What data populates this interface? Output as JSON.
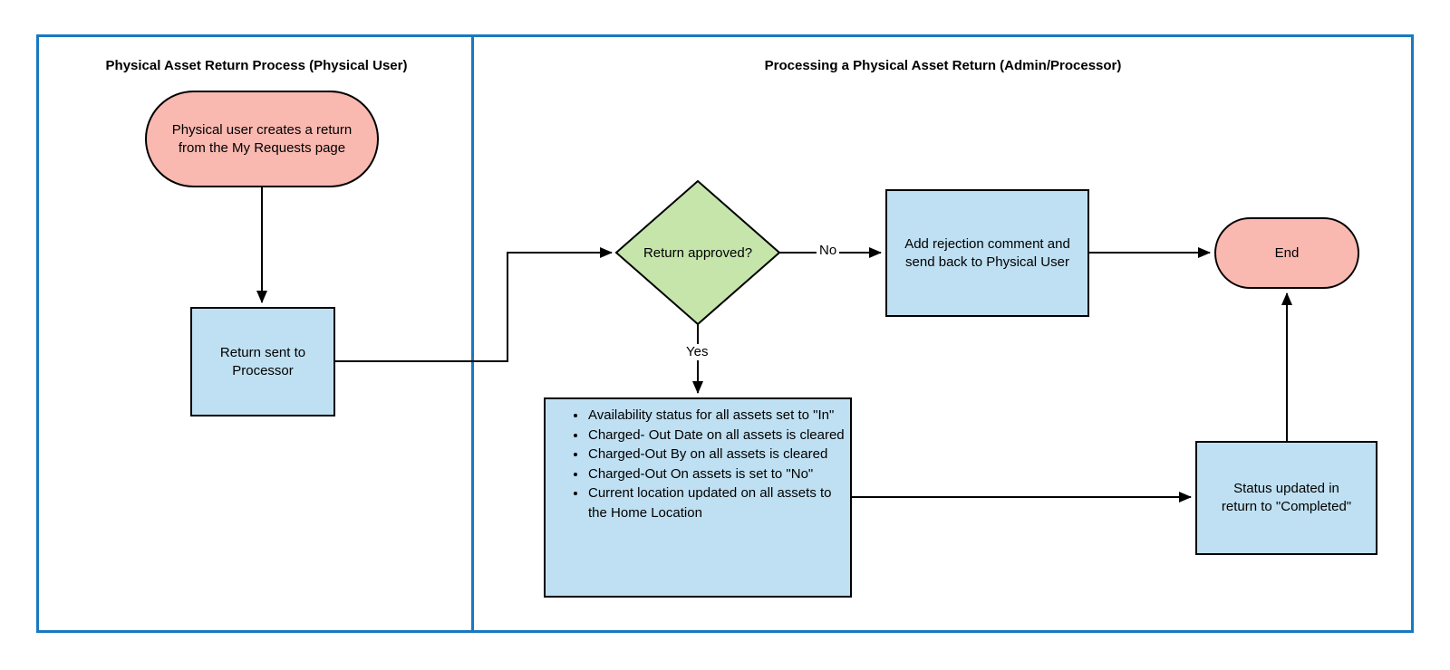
{
  "lanes": {
    "left_title": "Physical Asset Return Process (Physical User)",
    "right_title": "Processing a Physical Asset Return (Admin/Processor)"
  },
  "nodes": {
    "start": {
      "type": "terminator",
      "label": "Physical user creates a return from the My Requests page"
    },
    "return_sent": {
      "type": "process",
      "label": "Return sent to Processor"
    },
    "decision": {
      "type": "decision",
      "label": "Return approved?"
    },
    "rejection": {
      "type": "process",
      "label": "Add rejection comment and send back to Physical User"
    },
    "end": {
      "type": "terminator",
      "label": "End"
    },
    "bulleted_update": {
      "type": "process",
      "items": [
        "Availability status for all assets set to \"In\"",
        "Charged- Out Date on all assets is cleared",
        "Charged-Out By on all assets is cleared",
        "Charged-Out On assets  is set to \"No\"",
        "Current location updated on all assets to the Home Location"
      ]
    },
    "status_updated": {
      "type": "process",
      "label": "Status updated in return to \"Completed\""
    }
  },
  "edges": {
    "no_label": "No",
    "yes_label": "Yes"
  },
  "colors": {
    "lane_border": "#1878c0",
    "terminator_fill": "#f9b8b0",
    "process_fill": "#bfe0f2",
    "decision_fill": "#c5e5ab",
    "shape_border": "#000000"
  }
}
